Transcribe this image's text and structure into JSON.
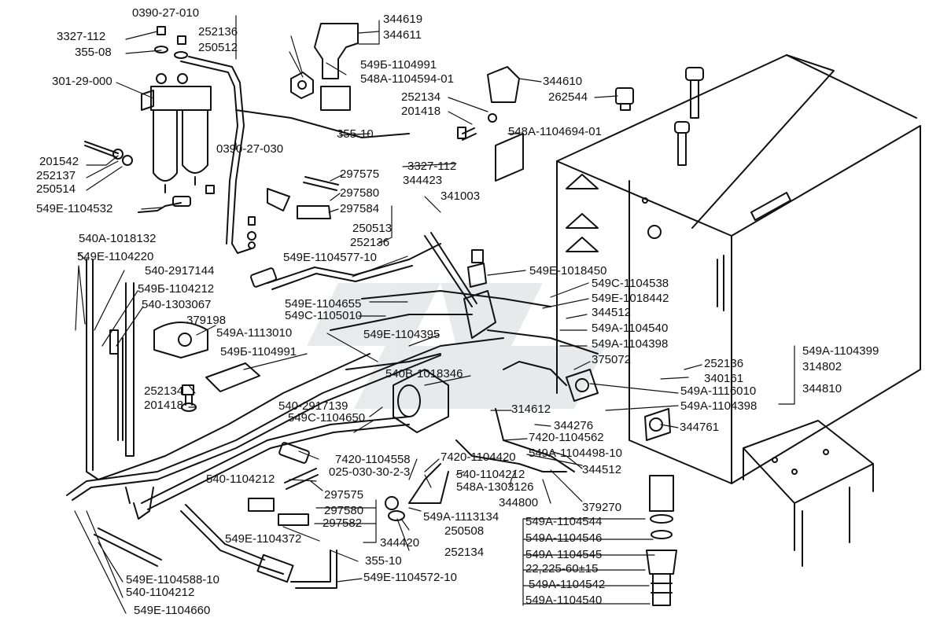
{
  "labels": [
    "0390-27-010",
    "3327-112",
    "355-08",
    "301-29-000",
    "201542",
    "252137",
    "250514",
    "549E-1104532",
    "252136",
    "250512",
    "344619",
    "344611",
    "549Б-1104991",
    "548A-1104594-01",
    "344610",
    "262544",
    "252134",
    "201418",
    "548A-1104694-01",
    "355-10",
    "0390-27-030",
    "3327-112",
    "297575",
    "344423",
    "297580",
    "297584",
    "341003",
    "250513",
    "252136",
    "540A-1018132",
    "549E-1104220",
    "540-2917144",
    "549Б-1104212",
    "540-1303067",
    "549E-1104577-10",
    "549E-1018450",
    "549C-1104538",
    "549E-1018442",
    "549E-1104655",
    "549C-1105010",
    "344512",
    "549A-1113010",
    "379198",
    "549E-1104395",
    "549A-1104540",
    "549A-1104398",
    "549A-1104399",
    "314802",
    "344810",
    "549Б-1104991",
    "375072",
    "252136",
    "340161",
    "540B-1018346",
    "549A-1116010",
    "549A-1104398",
    "252134",
    "201418",
    "540-2917139",
    "314612",
    "549C-1104650",
    "344276",
    "344761",
    "7420-1104562",
    "549A-1104498-10",
    "7420-1104558",
    "7420-1104420",
    "025-030-30-2-3",
    "540-1104212",
    "540-1104212",
    "548A-1303126",
    "344512",
    "379270",
    "297575",
    "344800",
    "297580",
    "549A-1113134",
    "297582",
    "549A-1104544",
    "250508",
    "549E-1104372",
    "344420",
    "549A-1104546",
    "252134",
    "355-10",
    "549A-1104545",
    "22,225-60±15",
    "549E-1104588-10",
    "549E-1104572-10",
    "549A-1104542",
    "540-1104212",
    "549A-1104540",
    "549E-1104660"
  ]
}
